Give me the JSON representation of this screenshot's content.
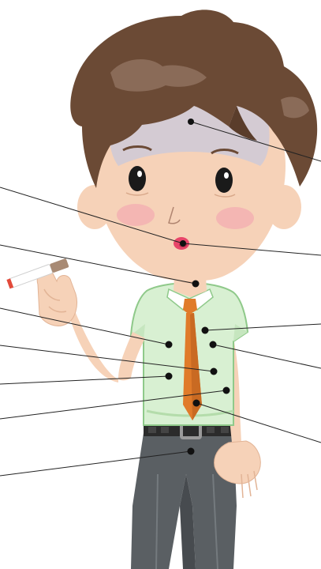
{
  "figure": {
    "subject": "cartoon-young-man-smoking",
    "marker_color": "#111111",
    "line_color": "#222222",
    "colors": {
      "hair": "#6b4a35",
      "hair_highlight": "#8a6b58",
      "skin": "#f6d2b8",
      "skin_shadow": "#e8b99c",
      "face_tint": "#c8c8dc",
      "cheek_blush": "#f3a9b0",
      "mouth": "#e8466a",
      "shirt": "#d8f0d2",
      "shirt_outline": "#8fc98a",
      "tie": "#e07b2a",
      "tie_shadow": "#b45f1c",
      "belt": "#2b2b2b",
      "buckle": "#9a9a9a",
      "pants": "#5a5f63",
      "pants_shadow": "#474b4f",
      "cigarette_filter": "#a88a74",
      "cigarette_ember": "#e24a3a"
    }
  },
  "callouts": [
    {
      "id": "forehead"
    },
    {
      "id": "mouth"
    },
    {
      "id": "throat"
    },
    {
      "id": "chest-right"
    },
    {
      "id": "chest-left"
    },
    {
      "id": "chest-mid-right"
    },
    {
      "id": "chest-mid-left"
    },
    {
      "id": "abdomen-upper-right"
    },
    {
      "id": "tie-lower"
    },
    {
      "id": "abdomen-lower-right"
    },
    {
      "id": "pelvis"
    }
  ]
}
